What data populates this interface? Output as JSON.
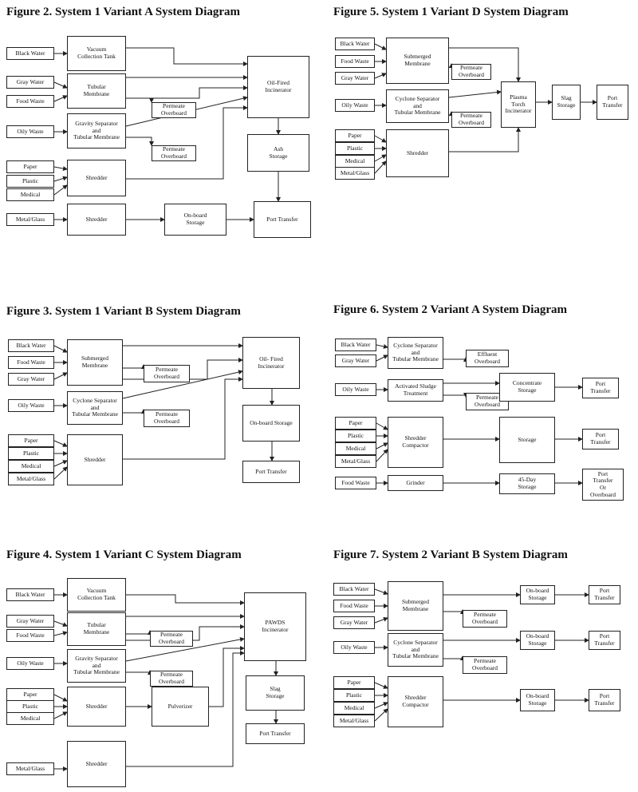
{
  "figures": [
    {
      "title": "Figure 2.  System 1 Variant A System Diagram",
      "boxes": {
        "black_water": "Black Water",
        "gray_water": "Gray Water",
        "food_waste": "Food Waste",
        "oily_waste": "Oily Waste",
        "paper": "Paper",
        "plastic": "Plastic",
        "medical": "Medical",
        "metal_glass": "Metal/Glass",
        "vacuum_tank": "Vacuum\nCollection Tank",
        "tubular_membrane": "Tubular\nMembrane",
        "permeate_1": "Permeate\nOverboard",
        "gravity_sep": "Gravity Separator\nand\nTubular Membrane",
        "permeate_2": "Permeate\nOverboard",
        "shredder_1": "Shredder",
        "shredder_2": "Shredder",
        "incinerator": "Oil-Fired\nIncinerator",
        "ash_storage": "Ash\nStorage",
        "onboard_storage": "On-board\nStorage",
        "port_transfer": "Port Transfer"
      }
    },
    {
      "title": "Figure 5.  System 1 Variant D System Diagram",
      "boxes": {
        "black_water": "Black Water",
        "food_waste": "Food Waste",
        "gray_water": "Gray Water",
        "oily_waste": "Oily Waste",
        "paper": "Paper",
        "plastic": "Plastic",
        "medical": "Medical",
        "metal_glass": "Metal/Glass",
        "submerged_membrane": "Submerged\nMembrane",
        "permeate_1": "Permeate\nOverboard",
        "cyclone_sep": "Cyclone Separator\nand\nTubular Membrane",
        "permeate_2": "Permeate\nOverboard",
        "shredder": "Shredder",
        "plasma": "Plasma\nTorch\nIncinerator",
        "slag_storage": "Slag\nStorage",
        "port_transfer": "Port\nTransfer"
      }
    },
    {
      "title": "Figure 3.  System 1 Variant B System Diagram",
      "boxes": {
        "black_water": "Black Water",
        "food_waste": "Food Waste",
        "gray_water": "Gray Water",
        "oily_waste": "Oily Waste",
        "paper": "Paper",
        "plastic": "Plastic",
        "medical": "Medical",
        "metal_glass": "Metal/Glass",
        "submerged_membrane": "Submerged\nMembrane",
        "permeate_1": "Permeate\nOverboard",
        "cyclone_sep": "Cyclone Separator\nand\nTubular Membrane",
        "permeate_2": "Permeate\nOverboard",
        "shredder": "Shredder",
        "incinerator": "Oil- Fired\nIncinerator",
        "onboard_storage": "On-board Storage",
        "port_transfer": "Port Transfer"
      }
    },
    {
      "title": "Figure 6.  System 2 Variant A System Diagram",
      "boxes": {
        "black_water": "Black Water",
        "gray_water": "Gray Water",
        "oily_waste": "Oily Waste",
        "paper": "Paper",
        "plastic": "Plastic",
        "medical": "Medical",
        "metal_glass": "Metal/Glass",
        "food_waste": "Food Waste",
        "cyclone_sep": "Cyclone Separator\nand\nTubular Membrane",
        "effluent": "Effluent\nOverboard",
        "activated_sludge": "Activated Sludge\nTreatment",
        "permeate": "Permeate\nOverboard",
        "concentrate": "Concentrate\nStorage",
        "port_transfer_1": "Port\nTransfer",
        "shredder_compactor": "Shredder\nCompactor",
        "storage": "Storage",
        "port_transfer_2": "Port\nTransfer",
        "grinder": "Grinder",
        "storage_45": "45-Day\nStorage",
        "port_transfer_3": "Port\nTransfer\nOr\nOverboard"
      }
    },
    {
      "title": "Figure 4.  System 1 Variant C System Diagram",
      "boxes": {
        "black_water": "Black Water",
        "gray_water": "Gray Water",
        "food_waste": "Food Waste",
        "oily_waste": "Oily Waste",
        "paper": "Paper",
        "plastic": "Plastic",
        "medical": "Medical",
        "metal_glass": "Metal/Glass",
        "vacuum_tank": "Vacuum\nCollection Tank",
        "tubular_membrane": "Tubular\nMembrane",
        "permeate_1": "Permeate\nOverboard",
        "gravity_sep": "Gravity Separator\nand\nTubular Membrane",
        "permeate_2": "Permeate\nOverboard",
        "shredder_1": "Shredder",
        "pulverizer": "Pulverizer",
        "shredder_2": "Shredder",
        "incinerator": "PAWDS\nIncinerator",
        "slag_storage": "Slag\nStorage",
        "port_transfer": "Port Transfer"
      }
    },
    {
      "title": "Figure 7.  System 2 Variant B System Diagram",
      "boxes": {
        "black_water": "Black Water",
        "food_waste": "Food Waste",
        "gray_water": "Gray Water",
        "oily_waste": "Oily Waste",
        "paper": "Paper",
        "plastic": "Plastic",
        "medical": "Medical",
        "metal_glass": "Metal/Glass",
        "submerged_membrane": "Submerged\nMembrane",
        "permeate_1": "Permeate\nOverboard",
        "onboard_1": "On-board\nStorage",
        "port_transfer_1": "Port\nTransfer",
        "cyclone_sep": "Cyclone Separator\nand\nTubular Membrane",
        "permeate_2": "Permeate\nOverboard",
        "onboard_2": "On-board\nStorage",
        "port_transfer_2": "Port\nTransfer",
        "shredder_compactor": "Shredder\nCompactor",
        "onboard_3": "On-board\nStorage",
        "port_transfer_3": "Port\nTransfer"
      }
    }
  ]
}
